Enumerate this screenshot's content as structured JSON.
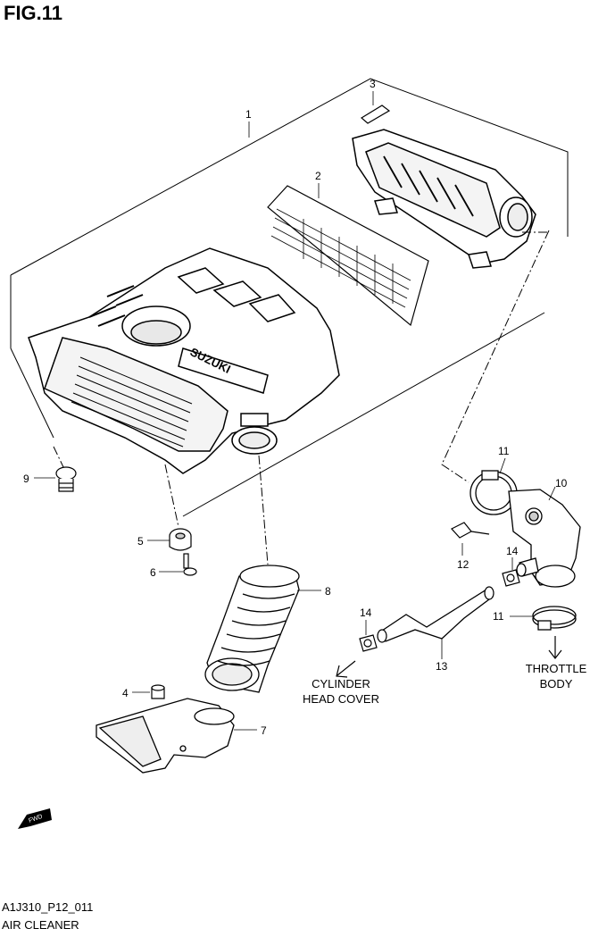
{
  "header": {
    "figure_title": "FIG.11"
  },
  "footer": {
    "code": "A1J310_P12_011",
    "caption": "AIR CLEANER"
  },
  "callouts": {
    "c1": "1",
    "c2": "2",
    "c3": "3",
    "c4": "4",
    "c5": "5",
    "c6": "6",
    "c7": "7",
    "c8": "8",
    "c9": "9",
    "c10": "10",
    "c11a": "11",
    "c11b": "11",
    "c12": "12",
    "c13": "13",
    "c14a": "14",
    "c14b": "14"
  },
  "labels": {
    "cylinder_line1": "CYLINDER",
    "cylinder_line2": "HEAD COVER",
    "throttle_line1": "THROTTLE",
    "throttle_line2": "BODY",
    "brand": "SUZUKI",
    "fwd": "FWD"
  }
}
